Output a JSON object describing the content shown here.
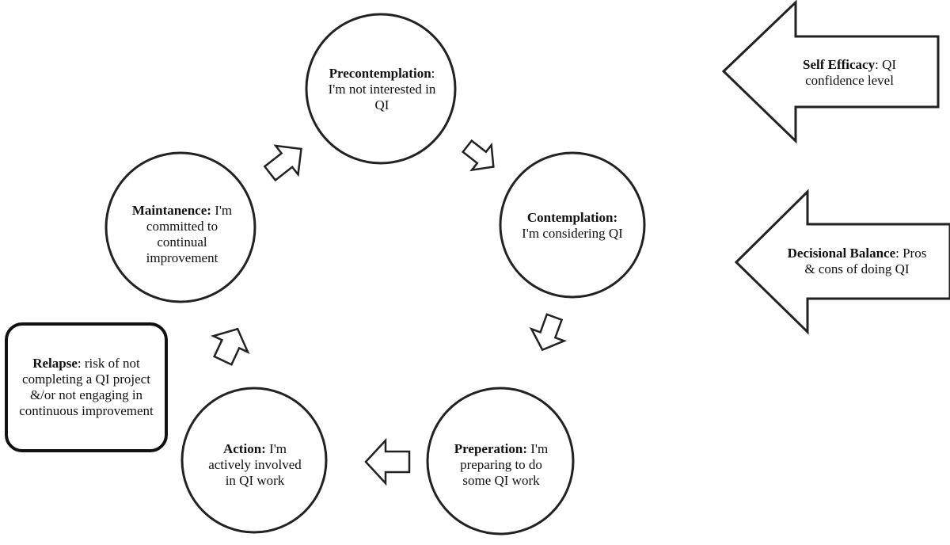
{
  "stages": {
    "precontemplation": {
      "bold": "Precontemplation",
      "text": ": I'm not interested in QI"
    },
    "contemplation": {
      "bold": "Contemplation:",
      "text": "I'm considering QI"
    },
    "preparation": {
      "bold": "Preperation:",
      "text": " I'm preparing to do some QI work"
    },
    "action": {
      "bold": "Action:",
      "text": " I'm actively involved in QI work"
    },
    "maintenance": {
      "bold": "Maintanence:",
      "text": " I'm committed to continual improvement"
    }
  },
  "relapse": {
    "bold": "Relapse",
    "text": ": risk of not completing a QI project &/or not engaging in continuous improvement"
  },
  "influences": {
    "self_efficacy": {
      "bold": "Self Efficacy",
      "text": ": QI confidence level"
    },
    "decisional_balance": {
      "bold": "Decisional Balance",
      "text": ": Pros & cons of doing QI"
    }
  }
}
